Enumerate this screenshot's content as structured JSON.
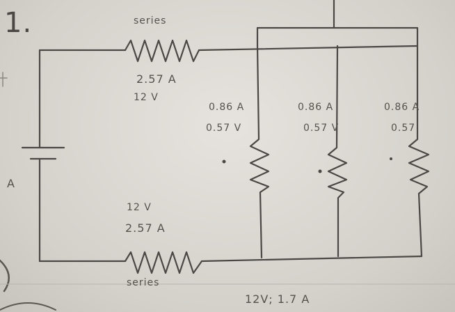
{
  "problem_number": "1.",
  "battery_label": "A",
  "top_resistor": {
    "type": "series",
    "current": "2.57 A",
    "voltage": "12 V"
  },
  "bottom_resistor": {
    "type": "series",
    "current": "2.57 A",
    "voltage": "12 V"
  },
  "parallel_resistors": [
    {
      "current": "0.86 A",
      "voltage": "0.57 V"
    },
    {
      "current": "0.86 A",
      "voltage": "0.57 V"
    },
    {
      "current": "0.86 A",
      "voltage": "0.57"
    }
  ],
  "bottom_note": "12V; 1.7 A"
}
